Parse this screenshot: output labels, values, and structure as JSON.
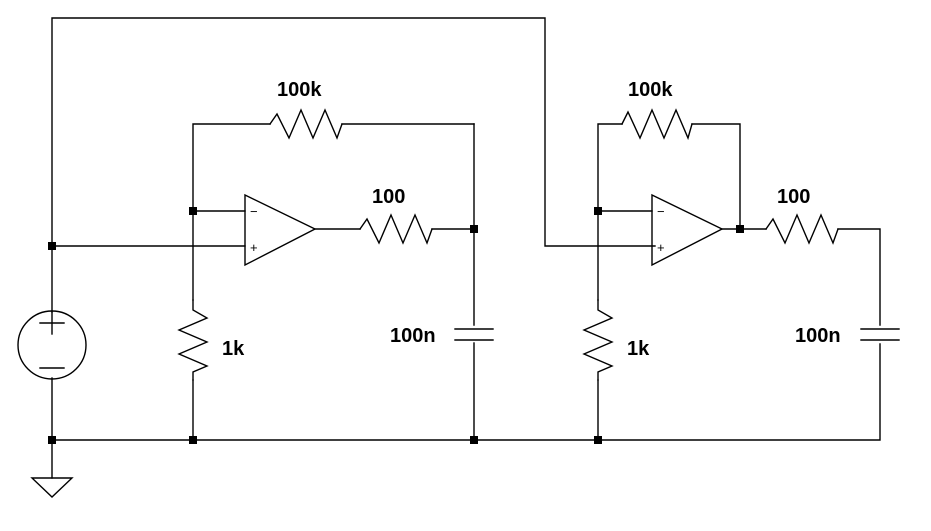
{
  "schematic": {
    "source": {
      "plus_sign": "+",
      "minus_sign": "−"
    },
    "stage1": {
      "feedback_resistor": "100k",
      "output_resistor": "100",
      "ground_resistor": "1k",
      "capacitor": "100n",
      "opamp": {
        "inverting_sign": "−",
        "noninverting_sign": "+"
      }
    },
    "stage2": {
      "feedback_resistor": "100k",
      "output_resistor": "100",
      "ground_resistor": "1k",
      "capacitor": "100n",
      "opamp": {
        "inverting_sign": "−",
        "noninverting_sign": "+"
      }
    }
  }
}
